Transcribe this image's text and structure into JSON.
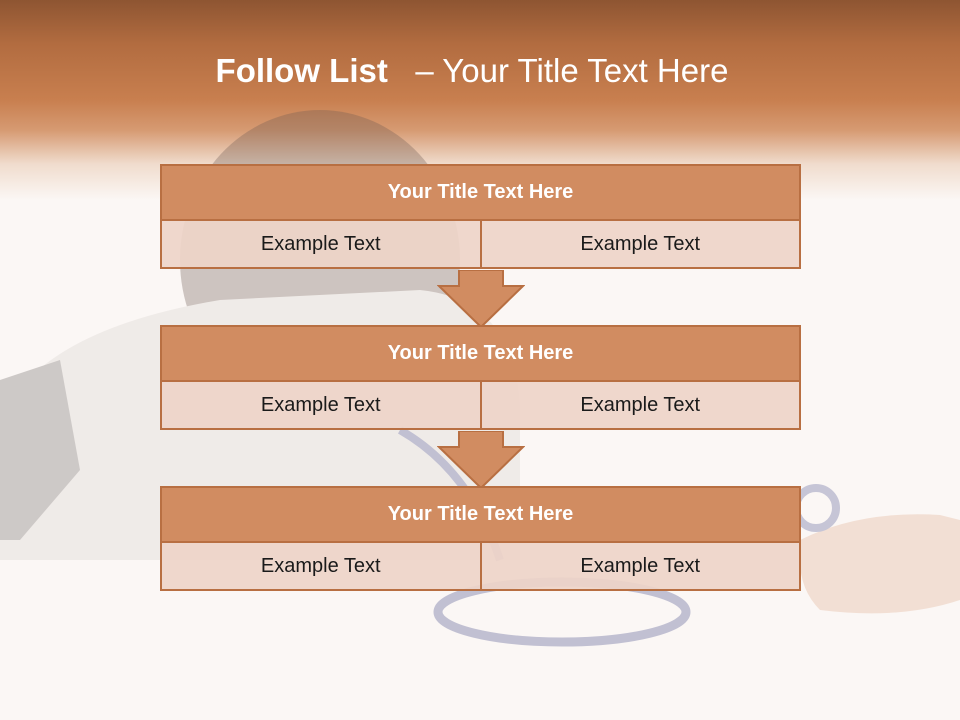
{
  "slide": {
    "title_bold": "Follow List",
    "title_rest": "– Your Title Text Here"
  },
  "steps": [
    {
      "title": "Your Title Text Here",
      "cells": [
        "Example Text",
        "Example Text"
      ]
    },
    {
      "title": "Your Title Text Here",
      "cells": [
        "Example Text",
        "Example Text"
      ]
    },
    {
      "title": "Your Title Text Here",
      "cells": [
        "Example Text",
        "Example Text"
      ]
    }
  ],
  "colors": {
    "header_dark": "#8e5532",
    "header_mid": "#c87f4f",
    "box_fill": "#d18c61",
    "box_border": "#b86f42",
    "cell_fill": "#eed4c8",
    "arrow_fill": "#d18c61"
  },
  "icons": {
    "arrow": "down-arrow-icon"
  }
}
